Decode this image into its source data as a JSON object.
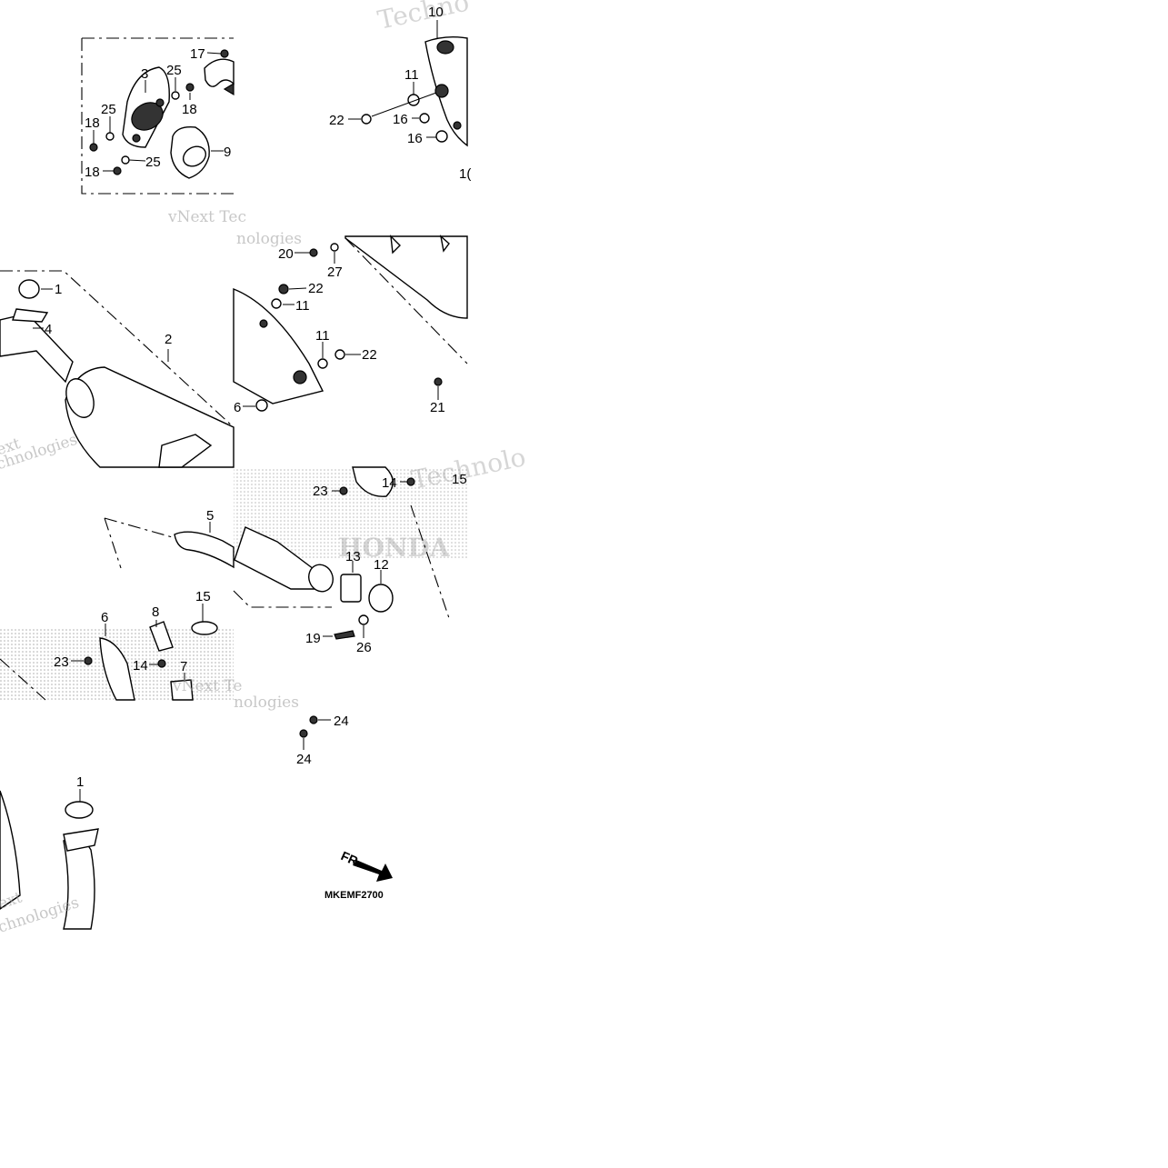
{
  "diagram": {
    "code": "MKEMF2700",
    "front_label": "FR.",
    "watermark_text": "vNext Technologies",
    "watermark_fragments": [
      "Techno",
      "vNext Tec",
      "nologies",
      "ext",
      "chnologies",
      "vNext Te",
      "nologies",
      "Technolo",
      "ext",
      "chnologies"
    ],
    "logo_text": "HONDA",
    "callouts": [
      {
        "id": "c17",
        "text": "17"
      },
      {
        "id": "c3",
        "text": "3"
      },
      {
        "id": "c25a",
        "text": "25"
      },
      {
        "id": "c18a",
        "text": "18"
      },
      {
        "id": "c25b",
        "text": "25"
      },
      {
        "id": "c18b",
        "text": "18"
      },
      {
        "id": "c9",
        "text": "9"
      },
      {
        "id": "c25c",
        "text": "25"
      },
      {
        "id": "c18c",
        "text": "18"
      },
      {
        "id": "c10",
        "text": "10"
      },
      {
        "id": "c11a",
        "text": "11"
      },
      {
        "id": "c22a",
        "text": "22"
      },
      {
        "id": "c16a",
        "text": "16"
      },
      {
        "id": "c16b",
        "text": "16"
      },
      {
        "id": "c1x",
        "text": "1("
      },
      {
        "id": "c20",
        "text": "20"
      },
      {
        "id": "c27",
        "text": "27"
      },
      {
        "id": "c22b",
        "text": "22"
      },
      {
        "id": "c11b",
        "text": "11"
      },
      {
        "id": "c11c",
        "text": "11"
      },
      {
        "id": "c22c",
        "text": "22"
      },
      {
        "id": "c6a",
        "text": "6"
      },
      {
        "id": "c21",
        "text": "21"
      },
      {
        "id": "c1a",
        "text": "1"
      },
      {
        "id": "c4",
        "text": "4"
      },
      {
        "id": "c2",
        "text": "2"
      },
      {
        "id": "c23a",
        "text": "23"
      },
      {
        "id": "c14a",
        "text": "14"
      },
      {
        "id": "c15a",
        "text": "15"
      },
      {
        "id": "c5",
        "text": "5"
      },
      {
        "id": "c13",
        "text": "13"
      },
      {
        "id": "c12",
        "text": "12"
      },
      {
        "id": "c15b",
        "text": "15"
      },
      {
        "id": "c8",
        "text": "8"
      },
      {
        "id": "c6b",
        "text": "6"
      },
      {
        "id": "c23b",
        "text": "23"
      },
      {
        "id": "c14b",
        "text": "14"
      },
      {
        "id": "c7",
        "text": "7"
      },
      {
        "id": "c19",
        "text": "19"
      },
      {
        "id": "c26",
        "text": "26"
      },
      {
        "id": "c24a",
        "text": "24"
      },
      {
        "id": "c24b",
        "text": "24"
      },
      {
        "id": "c1b",
        "text": "1"
      }
    ]
  }
}
